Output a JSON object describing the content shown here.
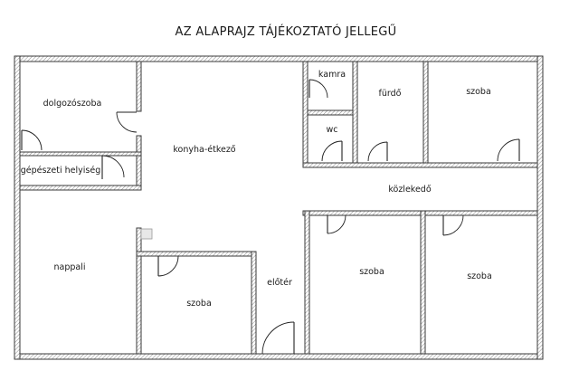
{
  "title": "AZ ALAPRAJZ TÁJÉKOZTATÓ JELLEGŰ",
  "rooms": {
    "dolgozoszoba": "dolgozószoba",
    "gepeszeti": "gépészeti helyiség",
    "konyha": "konyha-étkező",
    "kamra": "kamra",
    "wc": "wc",
    "furdo": "fürdő",
    "szoba_top_right": "szoba",
    "kozlekedo": "közlekedő",
    "nappali": "nappali",
    "szoba_center": "szoba",
    "eloter": "előtér",
    "szoba_bottom_mid": "szoba",
    "szoba_bottom_right": "szoba"
  },
  "colors": {
    "wall_stroke": "#3a3a3a",
    "hatch": "#9a9a9a",
    "text": "#1a1a1a"
  }
}
